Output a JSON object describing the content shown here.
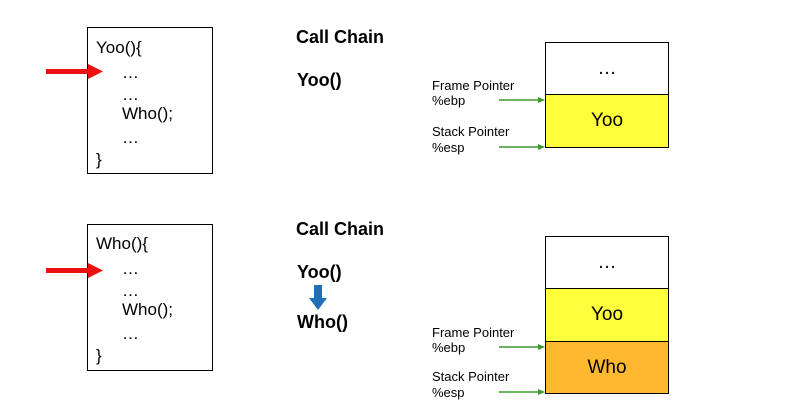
{
  "panels": [
    {
      "code": [
        "Yoo(){",
        "…",
        "…",
        "Who();",
        "…",
        "}"
      ],
      "call_chain_title": "Call Chain",
      "chain": [
        "Yoo()"
      ],
      "stack": [
        {
          "label": "…",
          "color": "#ffffff"
        },
        {
          "label": "Yoo",
          "color": "#ffff3c"
        }
      ],
      "frame_pointer": {
        "name": "Frame Pointer",
        "reg": "%ebp"
      },
      "stack_pointer": {
        "name": "Stack Pointer",
        "reg": "%esp"
      }
    },
    {
      "code": [
        "Who(){",
        "…",
        "…",
        "Who();",
        "…",
        "}"
      ],
      "call_chain_title": "Call Chain",
      "chain": [
        "Yoo()",
        "Who()"
      ],
      "stack": [
        {
          "label": "…",
          "color": "#ffffff"
        },
        {
          "label": "Yoo",
          "color": "#ffff3c"
        },
        {
          "label": "Who",
          "color": "#ffb830"
        }
      ],
      "frame_pointer": {
        "name": "Frame Pointer",
        "reg": "%ebp"
      },
      "stack_pointer": {
        "name": "Stack Pointer",
        "reg": "%esp"
      }
    }
  ],
  "colors": {
    "current_line_arrow": "#ee1111",
    "pointer_arrow": "#3a9a2a",
    "call_arrow": "#1f6fb8"
  }
}
